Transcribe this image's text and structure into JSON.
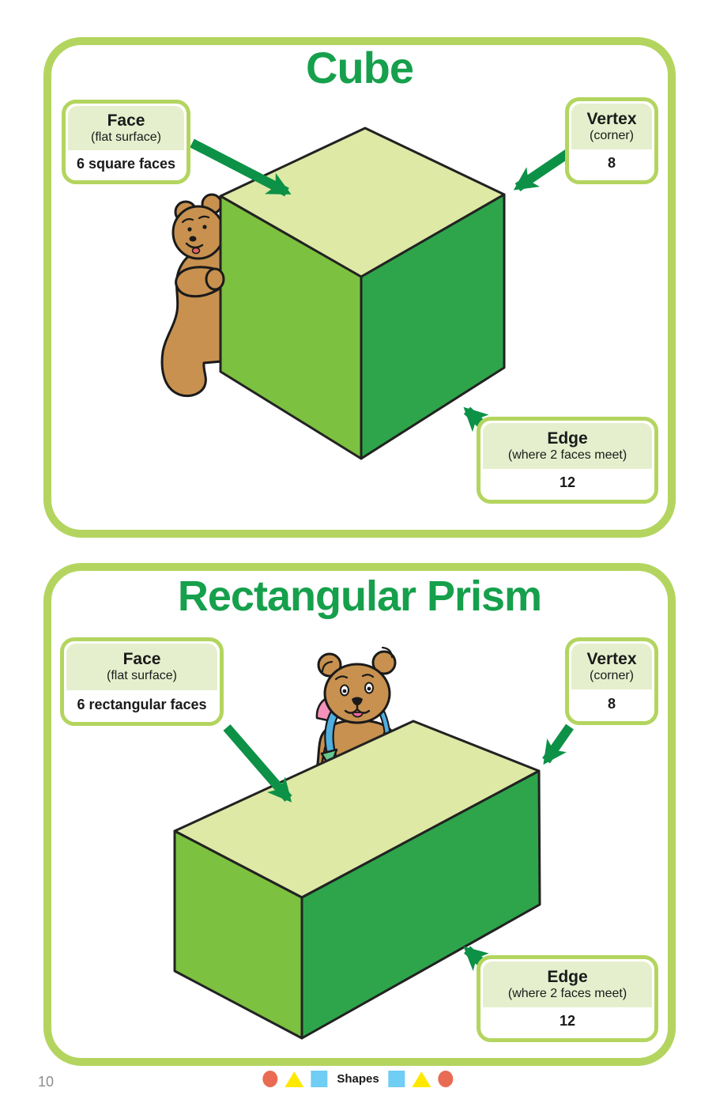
{
  "page": {
    "number": "10",
    "footer": {
      "label": "Shapes",
      "left_shapes": [
        "red-circle",
        "yellow-triangle",
        "blue-square"
      ],
      "right_shapes": [
        "blue-square",
        "yellow-triangle",
        "red-circle"
      ]
    }
  },
  "colors": {
    "title_green": "#16a04c",
    "arrow_green": "#0c9146",
    "panel_border": "#b3d55f",
    "callout_fill": "#e5efcd",
    "solid_top_face": "#dde9a5",
    "solid_left_face": "#7cc140",
    "solid_right_face": "#2ea54b",
    "bear_brown": "#c8914f",
    "backpack_blue": "#4fb0e0",
    "backpack_pink": "#f592bb",
    "backpack_green": "#66c98e",
    "footer_red": "#e96b53",
    "footer_yellow": "#ffe800",
    "footer_blue": "#70cdf4"
  },
  "panels": [
    {
      "title": "Cube",
      "face": {
        "label": "Face",
        "sublabel": "(flat surface)",
        "value": "6 square faces"
      },
      "vertex": {
        "label": "Vertex",
        "sublabel": "(corner)",
        "value": "8"
      },
      "edge": {
        "label": "Edge",
        "sublabel": "(where 2 faces meet)",
        "value": "12"
      }
    },
    {
      "title": "Rectangular Prism",
      "face": {
        "label": "Face",
        "sublabel": "(flat surface)",
        "value": "6 rectangular faces"
      },
      "vertex": {
        "label": "Vertex",
        "sublabel": "(corner)",
        "value": "8"
      },
      "edge": {
        "label": "Edge",
        "sublabel": "(where 2 faces meet)",
        "value": "12"
      }
    }
  ]
}
